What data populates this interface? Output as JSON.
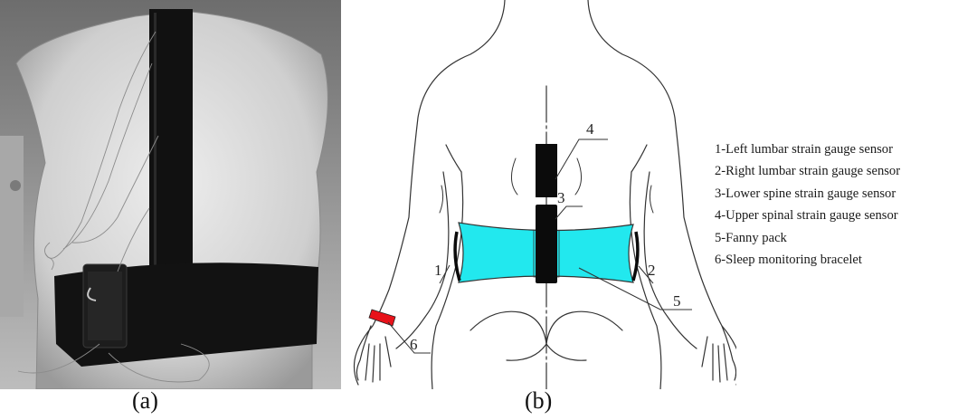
{
  "panels": {
    "a_label": "(a)",
    "b_label": "(b)"
  },
  "callouts": [
    "1",
    "2",
    "3",
    "4",
    "5",
    "6"
  ],
  "legend": [
    "1-Left lumbar strain gauge sensor",
    "2-Right lumbar strain gauge sensor",
    "3-Lower spine strain gauge sensor",
    "4-Upper spinal strain gauge sensor",
    "5-Fanny pack",
    "6-Sleep monitoring bracelet"
  ],
  "colors": {
    "fanny_pack": "#22e8ee",
    "bracelet": "#e8121a",
    "sensor": "#0b0b0b",
    "outline": "#333333"
  }
}
